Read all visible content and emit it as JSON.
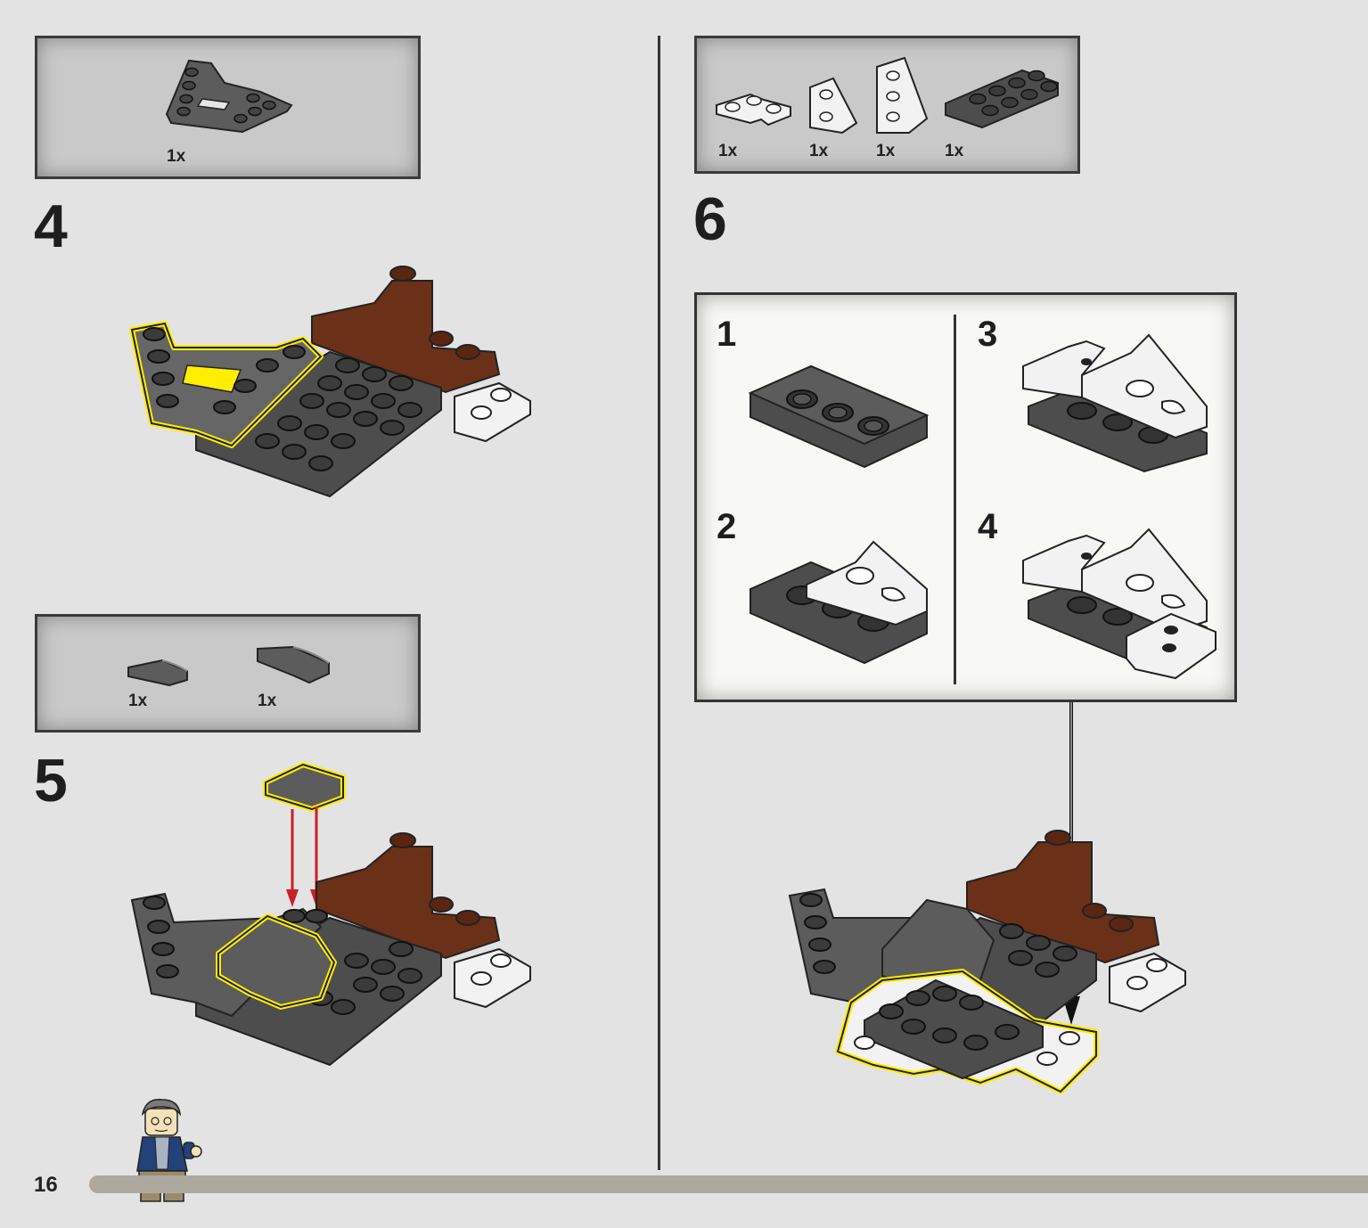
{
  "page": {
    "number": "16"
  },
  "steps": [
    {
      "number": "4",
      "parts": [
        {
          "qty": "1x",
          "part": "dark-gray-wedge-plate"
        }
      ]
    },
    {
      "number": "5",
      "parts": [
        {
          "qty": "1x",
          "part": "dark-gray-curved-slope-small"
        },
        {
          "qty": "1x",
          "part": "dark-gray-curved-slope-large"
        }
      ]
    },
    {
      "number": "6",
      "parts": [
        {
          "qty": "1x",
          "part": "white-corner-plate"
        },
        {
          "qty": "1x",
          "part": "white-wedge-plate-left"
        },
        {
          "qty": "1x",
          "part": "white-wedge-plate-right"
        },
        {
          "qty": "1x",
          "part": "dark-gray-plate-2x4"
        }
      ],
      "substeps": [
        {
          "number": "1"
        },
        {
          "number": "2"
        },
        {
          "number": "3"
        },
        {
          "number": "4"
        }
      ]
    }
  ],
  "colors": {
    "dark_gray": "#5b5b5b",
    "brown": "#6b3018",
    "white": "#f2f2f2",
    "highlight": "#ffee00",
    "arrow_red": "#c82027"
  }
}
